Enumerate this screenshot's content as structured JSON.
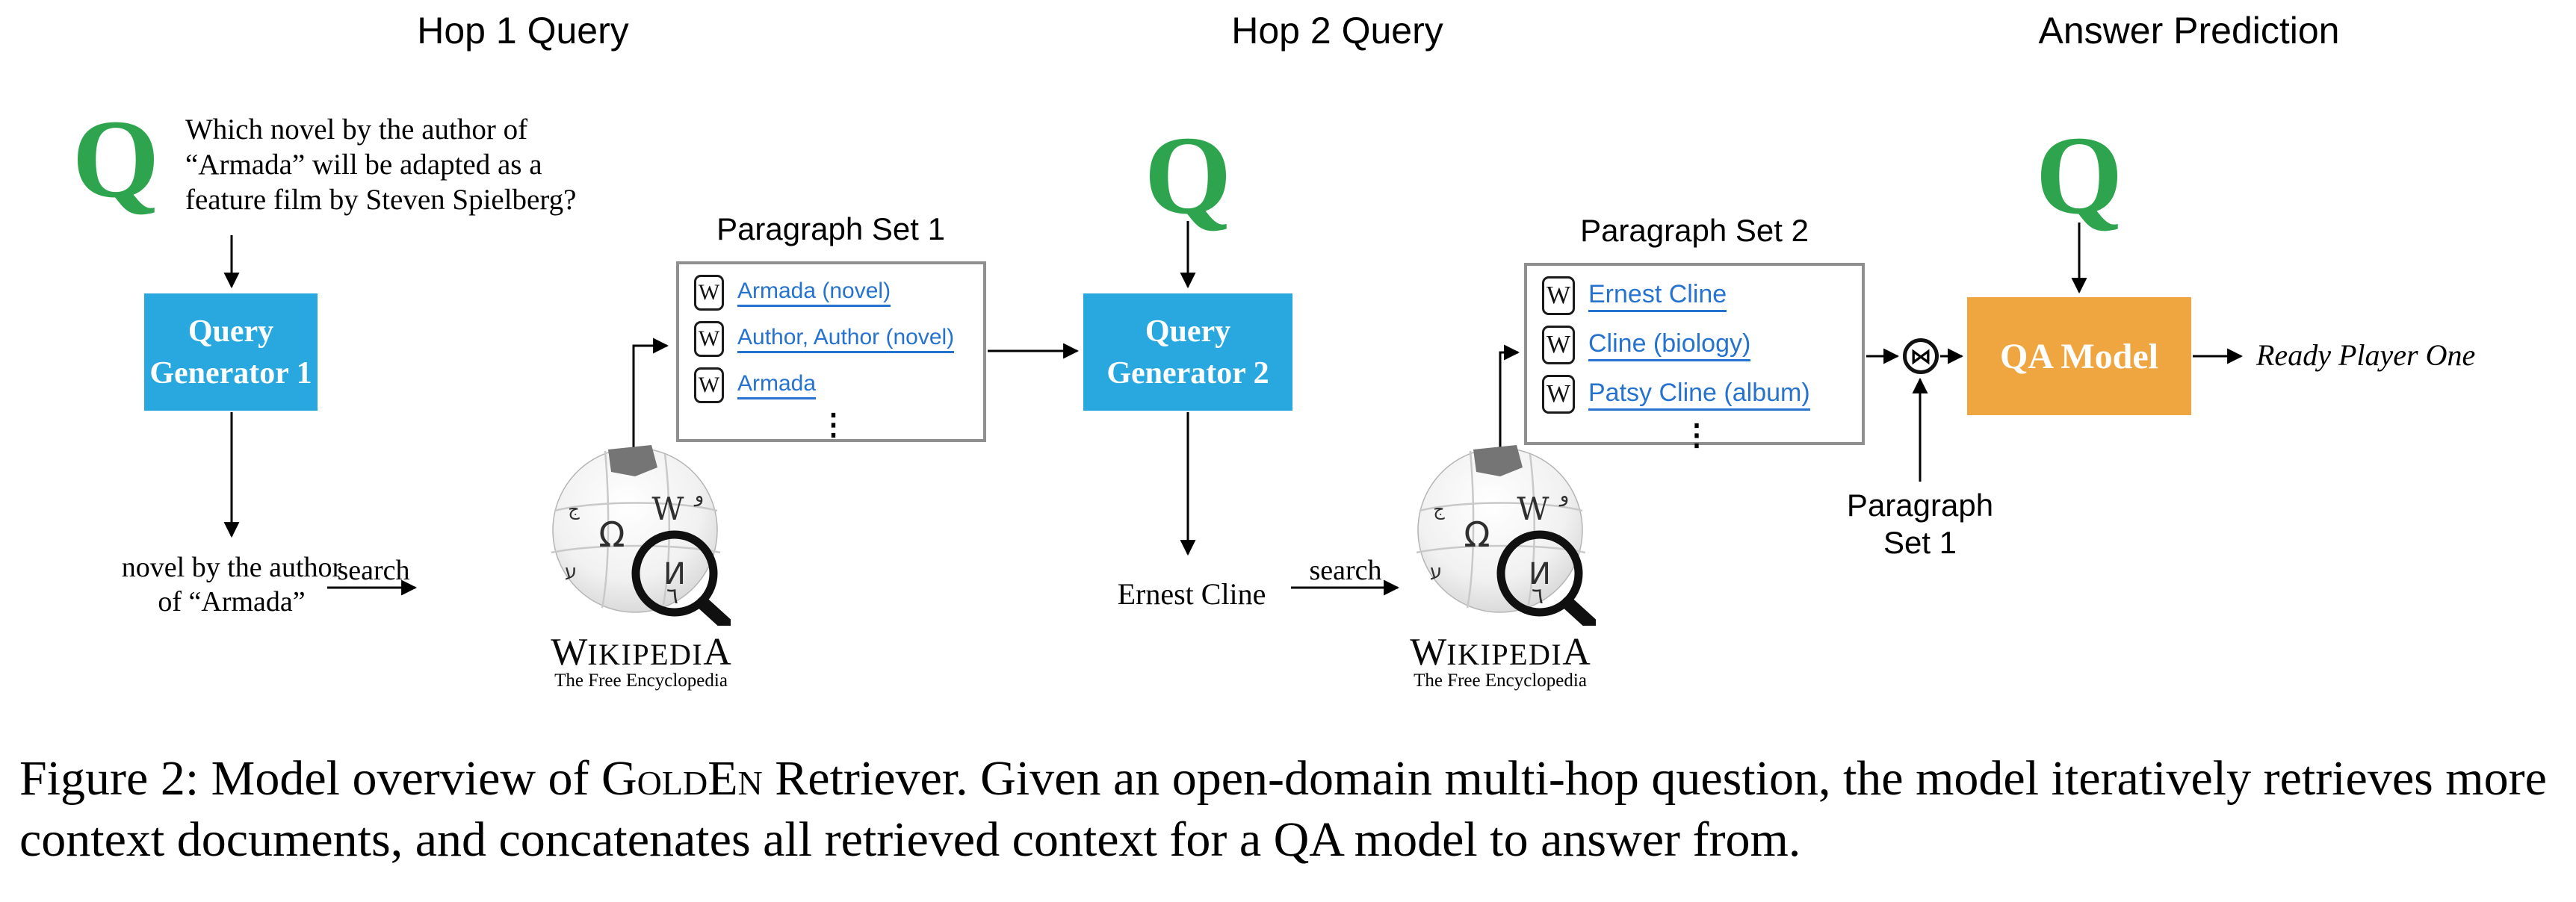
{
  "figure": {
    "columns": {
      "hop1": "Hop 1 Query",
      "hop2": "Hop 2 Query",
      "answer": "Answer Prediction"
    },
    "question": {
      "symbol": "Q",
      "lines": [
        "Which novel by the author of",
        "“Armada” will be adapted as a",
        "feature film by Steven Spielberg?"
      ]
    },
    "query_generator_1": {
      "lines": [
        "Query",
        "Generator 1"
      ]
    },
    "query_generator_2": {
      "lines": [
        "Query",
        "Generator 2"
      ]
    },
    "qa_model": {
      "label": "QA Model"
    },
    "hop1_generated_query": {
      "lines": [
        "novel by the author",
        "of “Armada”"
      ]
    },
    "hop2_generated_query": {
      "text": "Ernest Cline"
    },
    "search_label_1": "search",
    "search_label_2": "search",
    "paragraph_set_1": {
      "title": "Paragraph Set 1",
      "badge": "W",
      "items": [
        "Armada (novel)",
        "Author, Author (novel)",
        "Armada"
      ],
      "ellipsis": "⋮"
    },
    "paragraph_set_2": {
      "title": "Paragraph Set 2",
      "badge": "W",
      "items": [
        "Ernest Cline",
        "Cline (biology)",
        "Patsy Cline (album)"
      ],
      "ellipsis": "⋮"
    },
    "wikipedia": {
      "wordmark_start": "W",
      "wordmark_middle": "IKIPEDI",
      "wordmark_end": "A",
      "tagline": "The Free Encyclopedia",
      "globe_glyphs": {
        "w": "W",
        "omega": "Ω",
        "i_cyrillic": "И",
        "ayin": "ע",
        "waw": "و",
        "jeem": "ج",
        "digit": "٦"
      }
    },
    "join": {
      "symbol": "⋈",
      "feed_label_lines": [
        "Paragraph",
        "Set 1"
      ]
    },
    "answer_text": "Ready Player One"
  },
  "caption": {
    "prefix": "Figure 2: Model overview of ",
    "system_smallcaps": "GoldEn",
    "suffix": " Retriever. Given an open-domain multi-hop question, the model iteratively retrieves more context documents, and concatenates all retrieved context for a QA model to answer from."
  },
  "colors": {
    "box_blue": "#29a8e0",
    "box_orange": "#f0a640",
    "q_green": "#2fa44e",
    "link_blue": "#2573cf",
    "border_gray": "#8f8f8f"
  }
}
